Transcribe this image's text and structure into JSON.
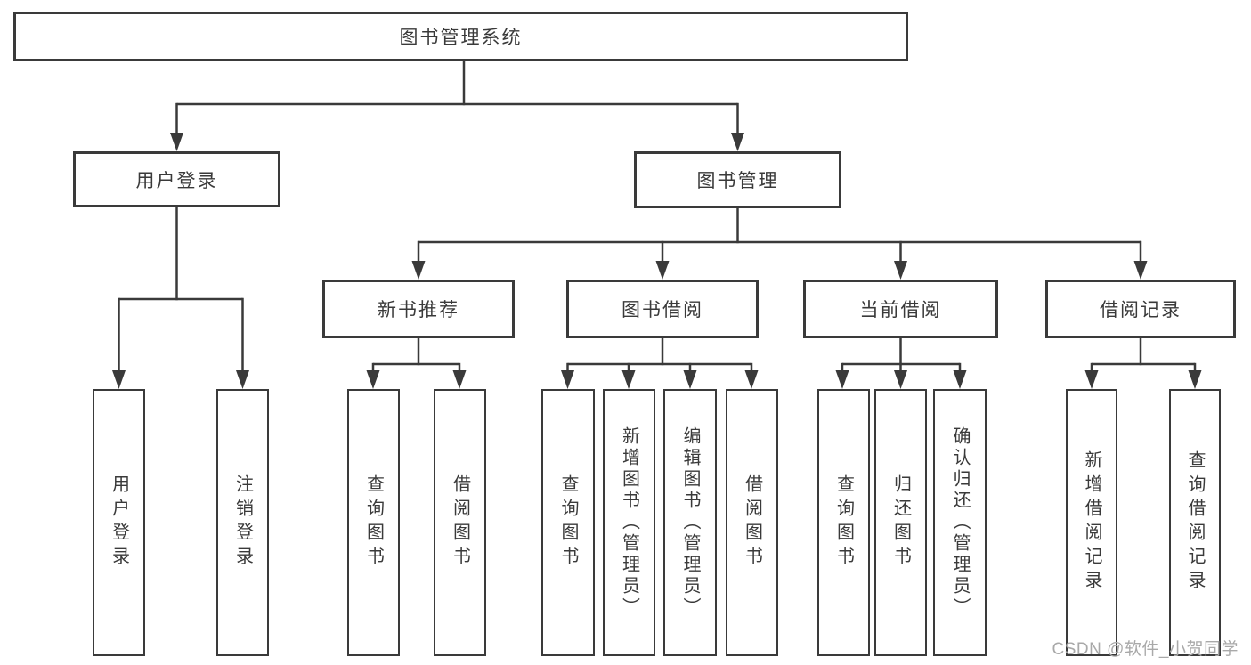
{
  "diagram": {
    "title": "图书管理系统",
    "nodes": {
      "root": "图书管理系统",
      "level2": [
        "用户登录",
        "图书管理"
      ],
      "level3": [
        "新书推荐",
        "图书借阅",
        "当前借阅",
        "借阅记录"
      ],
      "leaves": {
        "user": [
          "用户登录",
          "注销登录"
        ],
        "recommend": [
          "查询图书",
          "借阅图书"
        ],
        "borrow": [
          "查询图书",
          "新增图书（管理员）",
          "编辑图书（管理员）",
          "借阅图书"
        ],
        "current": [
          "查询图书",
          "归还图书",
          "确认归还（管理员）"
        ],
        "records": [
          "新增借阅记录",
          "查询借阅记录"
        ]
      }
    },
    "colors": {
      "line": "#3a3a3a",
      "text": "#3a3a3a",
      "watermark": "#a9a9a9",
      "background": "#ffffff"
    },
    "watermark": "CSDN @软件_小贺同学"
  }
}
